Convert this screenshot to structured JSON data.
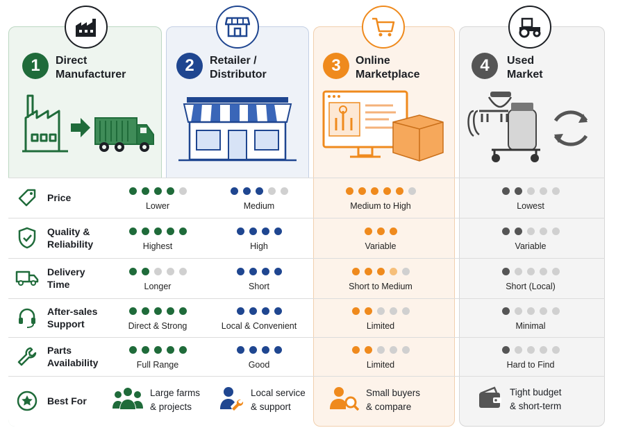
{
  "colors": {
    "green": "#1f6b3a",
    "blue": "#1f4690",
    "orange": "#ef8a1d",
    "gray": "#555555",
    "empty": "#d0d0d0"
  },
  "columns": [
    {
      "number": "1",
      "title": "Direct\nManufacturer",
      "icon": "factory-icon",
      "accent": "#1f6b3a"
    },
    {
      "number": "2",
      "title": "Retailer /\nDistributor",
      "icon": "storefront-icon",
      "accent": "#1f4690"
    },
    {
      "number": "3",
      "title": "Online\nMarketplace",
      "icon": "shopping-cart-icon",
      "accent": "#ef8a1d"
    },
    {
      "number": "4",
      "title": "Used\nMarket",
      "icon": "tractor-icon",
      "accent": "#555555"
    }
  ],
  "rows": [
    {
      "label": "Price",
      "icon": "price-tag-icon",
      "cells": [
        {
          "filled": 4,
          "total": 5,
          "label": "Lower"
        },
        {
          "filled": 3,
          "total": 5,
          "label": "Medium"
        },
        {
          "filled": 5,
          "total": 6,
          "label": "Medium to High"
        },
        {
          "filled": 2,
          "total": 5,
          "label": "Lowest"
        }
      ]
    },
    {
      "label": "Quality &\nReliability",
      "icon": "shield-check-icon",
      "cells": [
        {
          "filled": 5,
          "total": 5,
          "label": "Highest"
        },
        {
          "filled": 4,
          "total": 4,
          "label": "High"
        },
        {
          "filled": 3,
          "total": 3,
          "label": "Variable"
        },
        {
          "filled": 2,
          "total": 5,
          "label": "Variable"
        }
      ]
    },
    {
      "label": "Delivery\nTime",
      "icon": "delivery-truck-icon",
      "cells": [
        {
          "filled": 2,
          "total": 5,
          "label": "Longer"
        },
        {
          "filled": 4,
          "total": 4,
          "label": "Short"
        },
        {
          "filled": 3.5,
          "total": 5,
          "label": "Short to Medium"
        },
        {
          "filled": 1,
          "total": 5,
          "label": "Short (Local)"
        }
      ]
    },
    {
      "label": "After-sales\nSupport",
      "icon": "headset-icon",
      "cells": [
        {
          "filled": 5,
          "total": 5,
          "label": "Direct & Strong"
        },
        {
          "filled": 4,
          "total": 4,
          "label": "Local & Convenient"
        },
        {
          "filled": 2,
          "total": 5,
          "label": "Limited"
        },
        {
          "filled": 1,
          "total": 5,
          "label": "Minimal"
        }
      ]
    },
    {
      "label": "Parts\nAvailability",
      "icon": "wrench-icon",
      "cells": [
        {
          "filled": 5,
          "total": 5,
          "label": "Full Range"
        },
        {
          "filled": 4,
          "total": 4,
          "label": "Good"
        },
        {
          "filled": 2,
          "total": 5,
          "label": "Limited"
        },
        {
          "filled": 1,
          "total": 5,
          "label": "Hard to Find"
        }
      ]
    }
  ],
  "best_for": {
    "label": "Best For",
    "icon": "star-badge-icon",
    "items": [
      {
        "text": "Large farms\n& projects",
        "icon": "group-people-icon"
      },
      {
        "text": "Local service\n& support",
        "icon": "person-wrench-icon"
      },
      {
        "text": "Small buyers\n& compare",
        "icon": "person-search-icon"
      },
      {
        "text": "Tight budget\n& short-term",
        "icon": "wallet-icon"
      }
    ]
  }
}
